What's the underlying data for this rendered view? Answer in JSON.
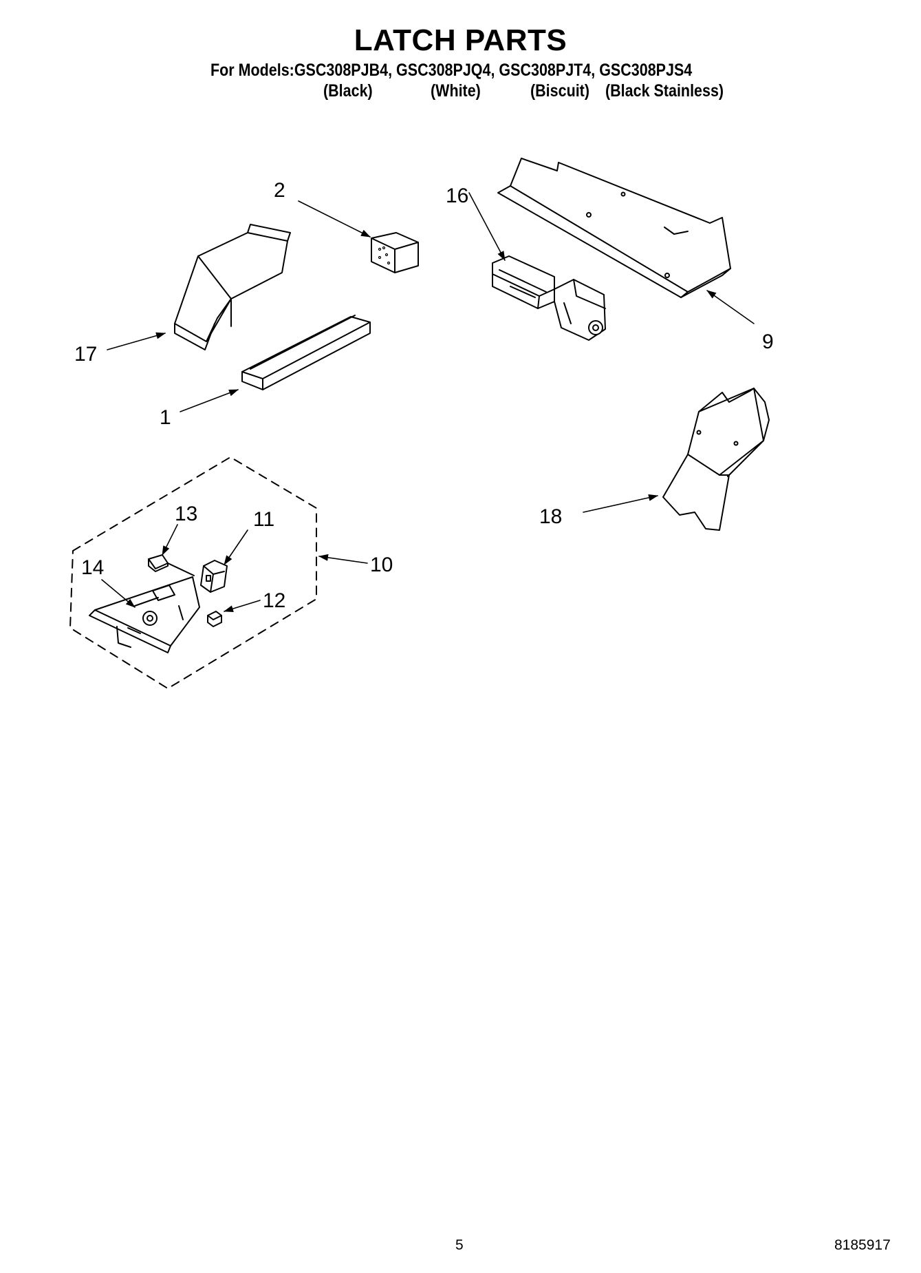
{
  "title": "LATCH PARTS",
  "models_line": "For Models:GSC308PJB4, GSC308PJQ4, GSC308PJT4, GSC308PJS4",
  "colors": [
    "(Black)",
    "(White)",
    "(Biscuit)",
    "(Black Stainless)"
  ],
  "callouts": {
    "c1": "1",
    "c2": "2",
    "c9": "9",
    "c10": "10",
    "c11": "11",
    "c12": "12",
    "c13": "13",
    "c14": "14",
    "c16": "16",
    "c17": "17",
    "c18": "18"
  },
  "page_number": "5",
  "document_number": "8185917"
}
